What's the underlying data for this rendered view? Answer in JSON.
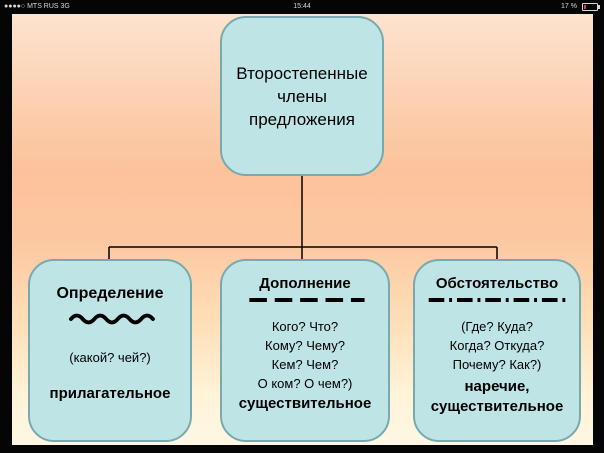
{
  "status_bar": {
    "carrier": "●●●●○ MTS RUS  3G",
    "time": "15:44",
    "battery": "17 %",
    "battery_level": 0.17
  },
  "diagram": {
    "root": {
      "line1": "Второстепенные",
      "line2": "члены",
      "line3": "предложения"
    },
    "children": [
      {
        "title": "Определение",
        "underline": "wavy",
        "questions": [
          "(какой? чей?)"
        ],
        "pos": [
          "прилагательное"
        ]
      },
      {
        "title": "Дополнение",
        "underline": "dashed",
        "questions": [
          "Кого? Что?",
          "Кому? Чему?",
          "Кем? Чем?",
          "О ком? О чем?)"
        ],
        "pos": [
          "существительное"
        ]
      },
      {
        "title": "Обстоятельство",
        "underline": "dash-dot",
        "questions": [
          "(Где? Куда?",
          "Когда? Откуда?",
          "Почему? Как?)"
        ],
        "pos": [
          "наречие,",
          "существительное"
        ]
      }
    ],
    "colors": {
      "box_fill": "#bfe4e6",
      "box_border": "#78a9ae",
      "connector": "#000000"
    }
  }
}
